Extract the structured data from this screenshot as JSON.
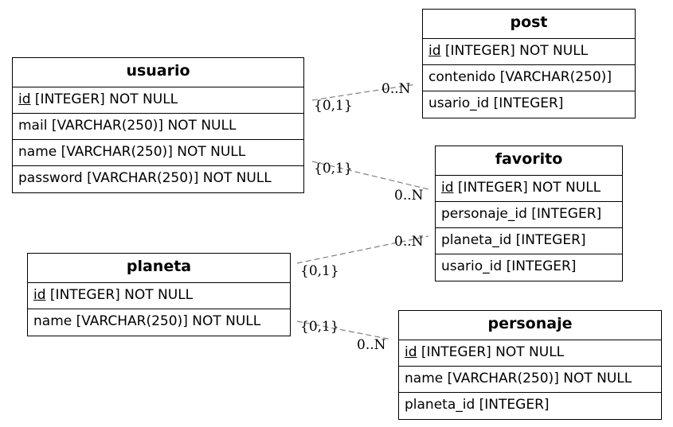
{
  "entities": {
    "usuario": {
      "name": "usuario",
      "attrs": [
        {
          "pk": "id",
          "rest": " [INTEGER] NOT NULL"
        },
        {
          "text": "mail [VARCHAR(250)] NOT NULL"
        },
        {
          "text": "name [VARCHAR(250)] NOT NULL"
        },
        {
          "text": "password [VARCHAR(250)] NOT NULL"
        }
      ]
    },
    "post": {
      "name": "post",
      "attrs": [
        {
          "pk": "id",
          "rest": " [INTEGER] NOT NULL"
        },
        {
          "text": "contenido [VARCHAR(250)]"
        },
        {
          "text": "usario_id [INTEGER]"
        }
      ]
    },
    "favorito": {
      "name": "favorito",
      "attrs": [
        {
          "pk": "id",
          "rest": " [INTEGER] NOT NULL"
        },
        {
          "text": "personaje_id [INTEGER]"
        },
        {
          "text": "planeta_id [INTEGER]"
        },
        {
          "text": "usario_id [INTEGER]"
        }
      ]
    },
    "planeta": {
      "name": "planeta",
      "attrs": [
        {
          "pk": "id",
          "rest": " [INTEGER] NOT NULL"
        },
        {
          "text": "name [VARCHAR(250)] NOT NULL"
        }
      ]
    },
    "personaje": {
      "name": "personaje",
      "attrs": [
        {
          "pk": "id",
          "rest": " [INTEGER] NOT NULL"
        },
        {
          "text": "name [VARCHAR(250)] NOT NULL"
        },
        {
          "text": "planeta_id [INTEGER]"
        }
      ]
    }
  },
  "relationships": [
    {
      "from": "usuario",
      "to": "post",
      "from_card": "{0,1}",
      "to_card": "0..N"
    },
    {
      "from": "usuario",
      "to": "favorito",
      "from_card": "{0,1}",
      "to_card": "0..N"
    },
    {
      "from": "planeta",
      "to": "favorito",
      "from_card": "{0,1}",
      "to_card": "0..N"
    },
    {
      "from": "planeta",
      "to": "personaje",
      "from_card": "{0,1}",
      "to_card": "0..N"
    }
  ],
  "colors": {
    "edge": "#808080",
    "border": "#000000"
  }
}
